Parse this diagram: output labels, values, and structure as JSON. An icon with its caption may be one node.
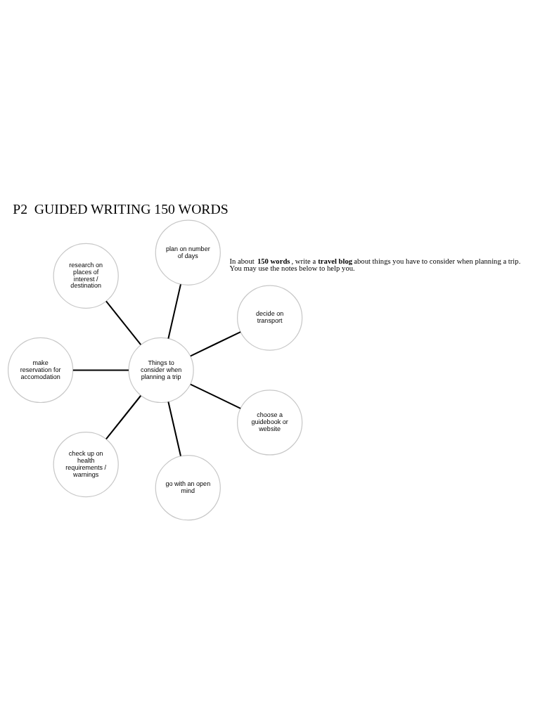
{
  "diagram": {
    "title": "P2  GUIDED WRITING 150 WORDS",
    "nodes": [
      {
        "text": [
          "Things to consider when planning a trip"
        ]
      },
      {
        "text": [
          "decide on transport"
        ]
      },
      {
        "text": [
          "plan on number of days"
        ]
      },
      {
        "text": [
          "research on places of interest / destination"
        ]
      },
      {
        "text": [
          "make reservation for accomodation"
        ]
      },
      {
        "text": [
          "check up on health requirements / warnings"
        ]
      },
      {
        "text": [
          "go with an open mind"
        ]
      },
      {
        "text": [
          "choose a guidebook or website"
        ]
      }
    ],
    "edges": [
      {
        "from": 0,
        "to": 1,
        "arrow": "none"
      },
      {
        "from": 0,
        "to": 2,
        "arrow": "none"
      },
      {
        "from": 0,
        "to": 3,
        "arrow": "none"
      },
      {
        "from": 0,
        "to": 4,
        "arrow": "none"
      },
      {
        "from": 0,
        "to": 5,
        "arrow": "none"
      },
      {
        "from": 0,
        "to": 6,
        "arrow": "none"
      },
      {
        "from": 0,
        "to": 7,
        "arrow": "none"
      }
    ],
    "labels": [
      "In about **150 words**, write a **travel blog** about things you have to consider when planning a trip. You may use the notes below to help you."
    ]
  }
}
